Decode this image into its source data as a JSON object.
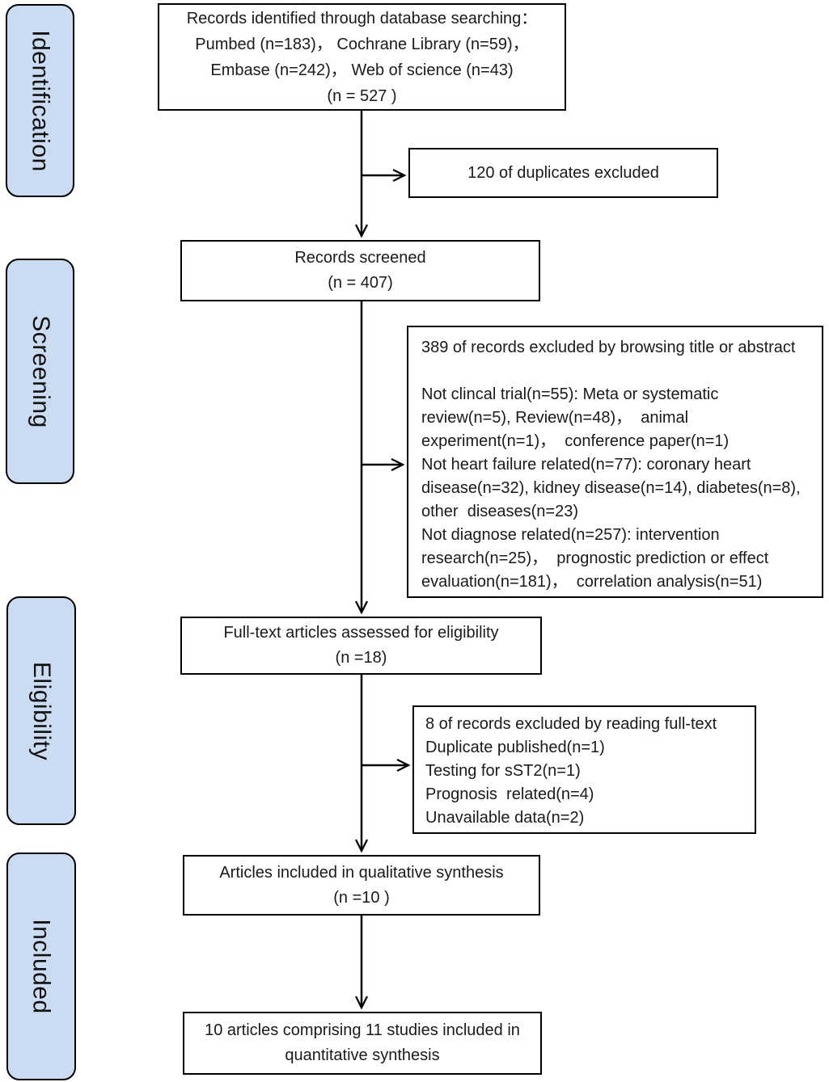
{
  "diagram": {
    "title": "PRISMA study selection flow diagram",
    "colors": {
      "stage_fill": "#cbdcf2",
      "box_border": "#000000",
      "background": "#ffffff"
    },
    "stages": [
      {
        "label": "Identification"
      },
      {
        "label": "Screening"
      },
      {
        "label": "Eligibility"
      },
      {
        "label": "Included"
      }
    ],
    "boxes": {
      "identified": {
        "lines": [
          "Records identified through database searching：",
          "Pumbed (n=183)， Cochrane Library (n=59)，",
          "Embase (n=242)， Web of science (n=43)",
          "(n = 527 )"
        ]
      },
      "duplicates_excluded": {
        "text": "120 of duplicates excluded"
      },
      "screened": {
        "lines": [
          "Records screened",
          "(n = 407)"
        ]
      },
      "title_abstract_excluded": {
        "title": "389 of records excluded by browsing title or abstract",
        "lines": [
          "Not clincal trial(n=55): Meta or systematic",
          "review(n=5), Review(n=48)，  animal",
          "experiment(n=1)，  conference paper(n=1)",
          "Not heart failure related(n=77): coronary heart",
          "disease(n=32), kidney disease(n=14), diabetes(n=8),",
          "other  diseases(n=23)",
          "Not diagnose related(n=257): intervention",
          "research(n=25)，  prognostic prediction or effect",
          "evaluation(n=181)，  correlation analysis(n=51)"
        ]
      },
      "fulltext_assessed": {
        "lines": [
          "Full-text articles assessed for eligibility",
          "(n =18)"
        ]
      },
      "fulltext_excluded": {
        "lines": [
          "8 of records excluded by reading full-text",
          "Duplicate published(n=1)",
          "Testing for sST2(n=1)",
          "Prognosis  related(n=4)",
          "Unavailable data(n=2)"
        ]
      },
      "qualitative": {
        "lines": [
          "Articles included in qualitative synthesis",
          "(n =10 )"
        ]
      },
      "quantitative": {
        "lines": [
          "10 articles comprising 11 studies included in",
          "quantitative synthesis"
        ]
      }
    }
  }
}
